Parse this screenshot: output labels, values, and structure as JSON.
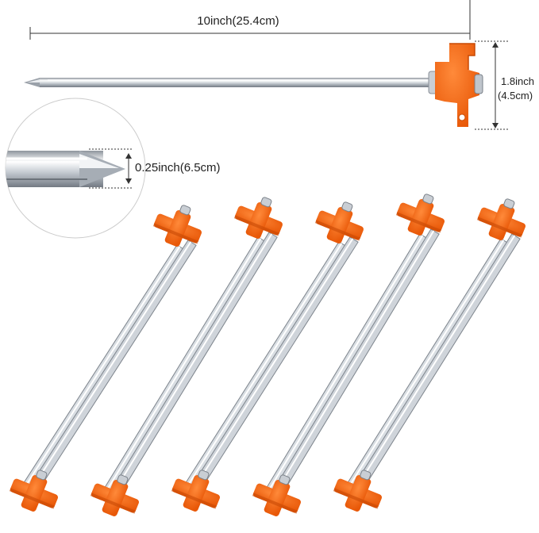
{
  "product": {
    "image_type": "tent stake product photo with dimension callouts",
    "stake_count_bottom": 5,
    "colors": {
      "cap": "#fb6a12",
      "cap_shadow": "#c84a05",
      "shaft": "#d4d9df",
      "dimension_line": "#333333"
    }
  },
  "dimensions": {
    "length_label": "10inch(25.4cm)",
    "head_height_label_line1": "1.8inch",
    "head_height_label_line2": "(4.5cm)",
    "tip_diameter_label": "0.25inch(6.5cm)"
  }
}
